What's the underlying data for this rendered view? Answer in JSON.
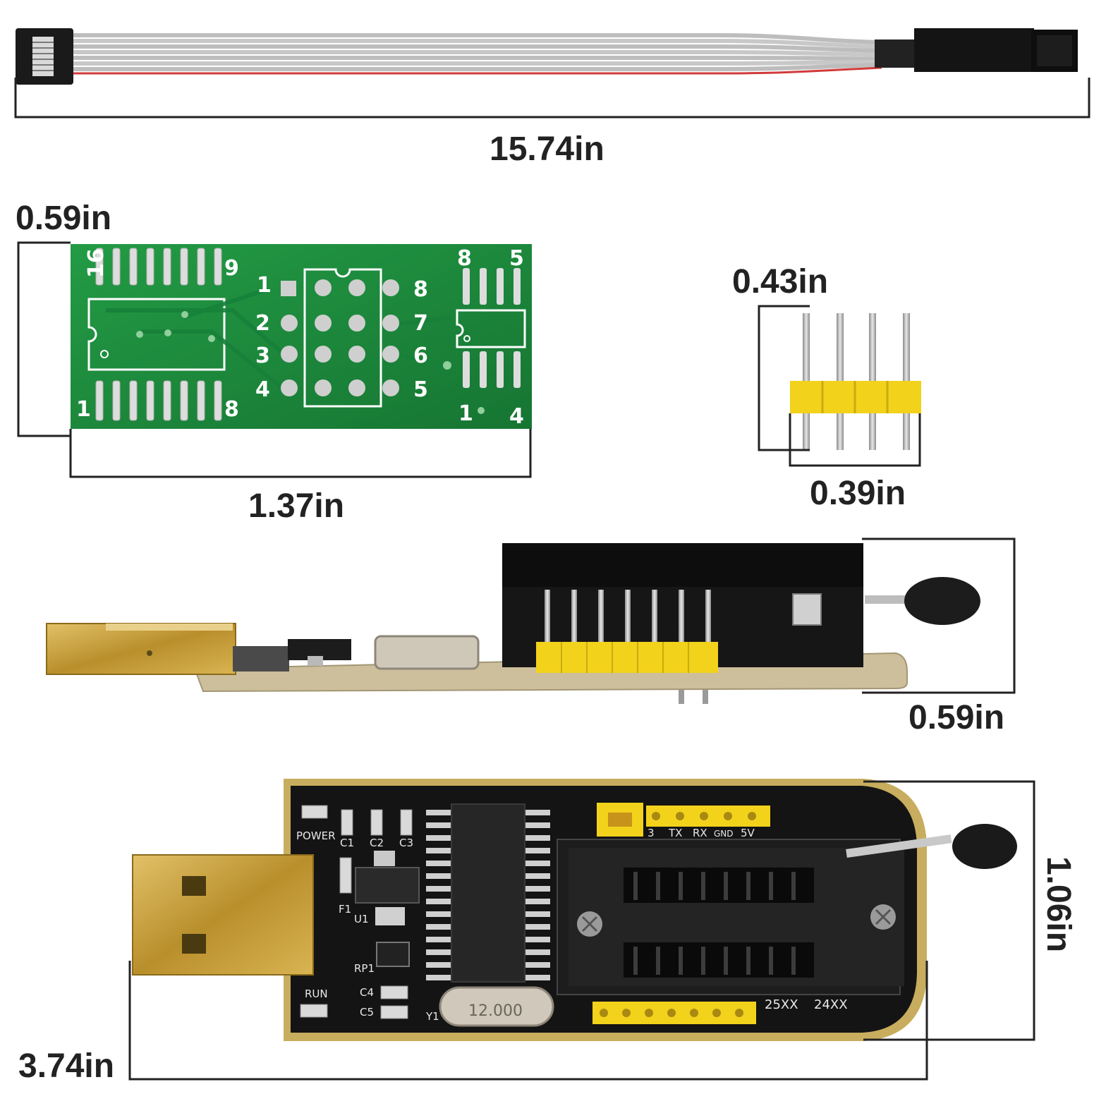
{
  "dimensions": {
    "cable_length": "15.74in",
    "adapter_height": "0.59in",
    "adapter_width": "1.37in",
    "header_height": "0.43in",
    "header_width": "0.39in",
    "side_height": "0.59in",
    "board_width": "1.06in",
    "board_length": "3.74in"
  },
  "adapter_board": {
    "pin_labels": [
      "16",
      "9",
      "1",
      "8",
      "1",
      "2",
      "3",
      "4",
      "8",
      "7",
      "6",
      "5",
      "8",
      "5",
      "1",
      "4"
    ]
  },
  "programmer_board": {
    "labels": [
      "POWER",
      "C1",
      "C2",
      "C3",
      "F1",
      "U1",
      "RP1",
      "RUN",
      "C4",
      "C5",
      "Y1",
      "12.000",
      "25XX",
      "24XX",
      "3",
      "TX",
      "RX",
      "GND",
      "5V"
    ]
  },
  "colors": {
    "pcb_green": "#1f8a3c",
    "pcb_black": "#141414",
    "gold": "#c9a23a",
    "header_yellow": "#f2d21b"
  }
}
